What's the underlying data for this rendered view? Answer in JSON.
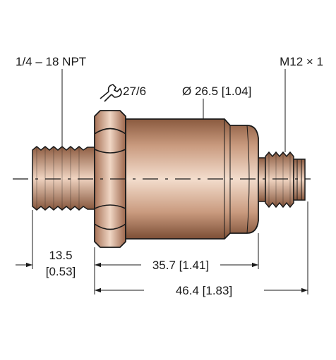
{
  "labels": {
    "thread_left": "1/4 – 18 NPT",
    "thread_right": "M12 × 1",
    "wrench_size": "27/6",
    "diameter": "Ø 26.5 [1.04]",
    "dim_thread_length_mm": "13.5",
    "dim_thread_length_in": "[0.53]",
    "dim_body_length": "35.7 [1.41]",
    "dim_total_length": "46.4 [1.83]"
  },
  "colors": {
    "line": "#1a1a1a",
    "metal_dark": "#7d4f36",
    "metal_light": "#f0d6c4"
  },
  "icons": {
    "wrench": "wrench-icon"
  }
}
